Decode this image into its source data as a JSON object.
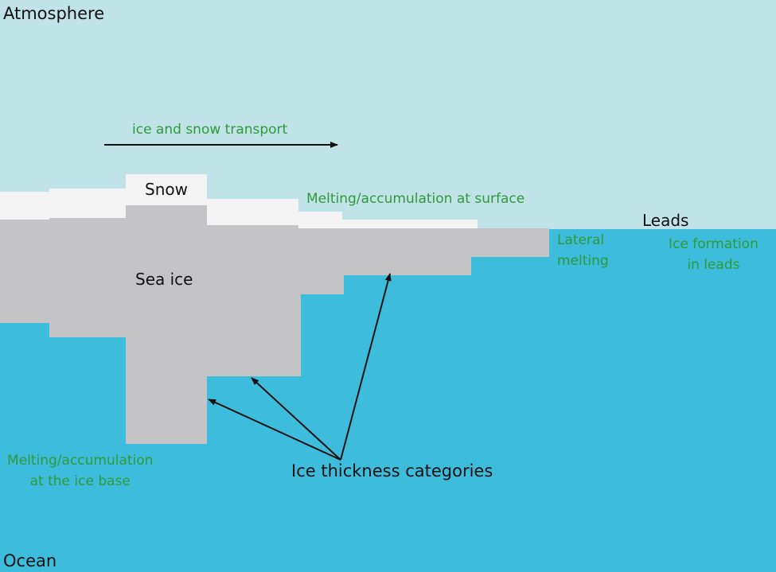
{
  "labels": {
    "atmosphere": "Atmosphere",
    "ocean": "Ocean",
    "snow": "Snow",
    "sea_ice": "Sea ice",
    "leads": "Leads",
    "transport": "ice and snow transport",
    "surface_melt": "Melting/accumulation at surface",
    "lateral_line1": "Lateral",
    "lateral_line2": "melting",
    "lead_form_line1": "Ice formation",
    "lead_form_line2": "in leads",
    "base_line1": "Melting/accumulation",
    "base_line2": "at the ice base",
    "categories": "Ice thickness categories"
  },
  "colors": {
    "atmosphere": "#bfe3e6",
    "ocean": "#3dbcdc",
    "snow": "#f3f3f3",
    "sea_ice": "#c4c4c6",
    "text_dark": "#111111",
    "text_green": "#2e9a3a",
    "arrow": "#111111"
  }
}
